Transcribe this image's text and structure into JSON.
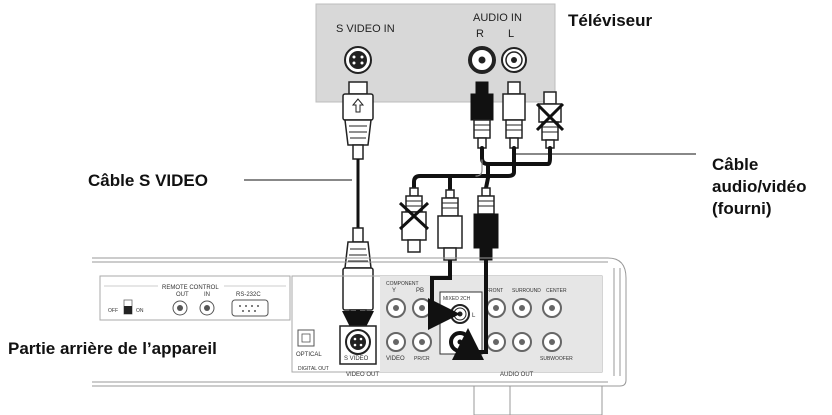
{
  "tv": {
    "title": "Téléviseur",
    "svideo_in": "S VIDEO IN",
    "audio_in": "AUDIO IN",
    "right": "R",
    "left": "L"
  },
  "callouts": {
    "svideo_cable": "Câble S VIDEO",
    "av_cable_line1": "Câble",
    "av_cable_line2": "audio/vidéo",
    "av_cable_line3": "(fourni)",
    "rear_panel": "Partie arrière de l’appareil"
  },
  "device": {
    "remote_control": "REMOTE CONTROL",
    "off": "OFF",
    "on": "ON",
    "out": "OUT",
    "in": "IN",
    "rs232c": "RS-232C",
    "optical": "OPTICAL",
    "digital_out": "DIGITAL OUT",
    "component": "COMPONENT",
    "y": "Y",
    "pb": "PB",
    "pr": "PR/CR",
    "video": "VIDEO",
    "s_video": "S VIDEO",
    "video_out": "VIDEO OUT",
    "mixed_2ch": "MIXED 2CH",
    "front": "FRONT",
    "surround": "SURROUND",
    "center": "CENTER",
    "subwoofer": "SUBWOOFER",
    "audio_out": "AUDIO OUT"
  }
}
